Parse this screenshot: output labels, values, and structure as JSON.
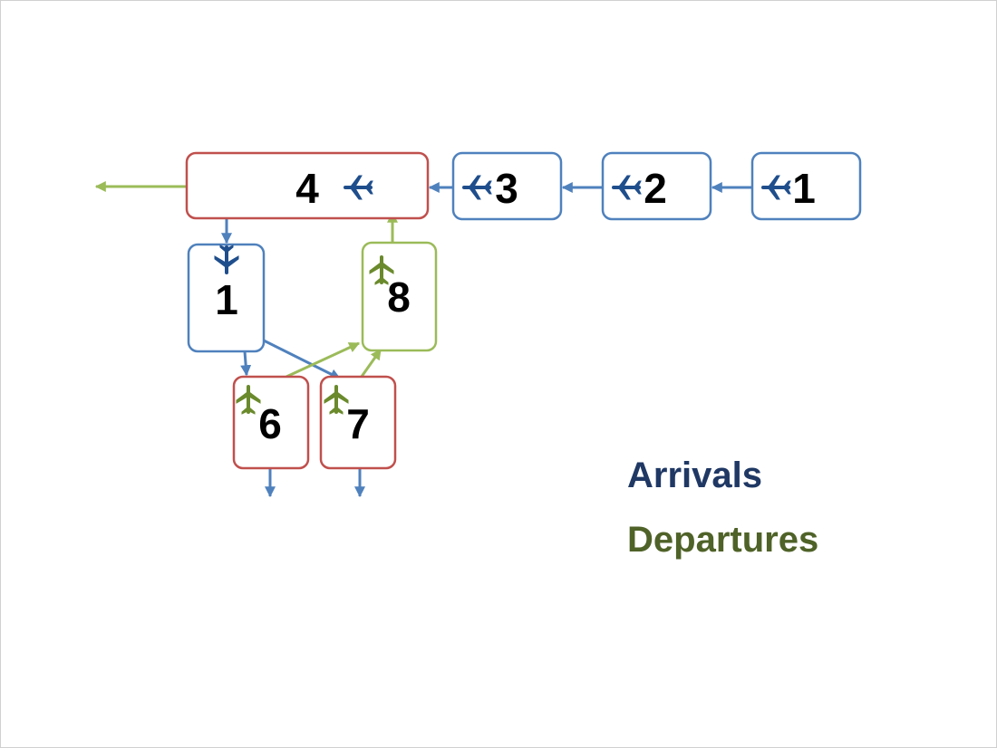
{
  "colors": {
    "arrival_blue": "#4f81bd",
    "arrival_dark": "#1f4e8c",
    "departure_green": "#9bbb59",
    "departure_dark": "#6a8a2c",
    "hold_red": "#c0504d",
    "legend_arrivals": "#1f3864",
    "legend_departures": "#4f6228"
  },
  "boxes": {
    "b4": {
      "label": "4",
      "kind": "hold"
    },
    "b3": {
      "label": "3",
      "kind": "arrival"
    },
    "b2": {
      "label": "2",
      "kind": "arrival"
    },
    "b1top": {
      "label": "1",
      "kind": "arrival"
    },
    "b1": {
      "label": "1",
      "kind": "arrival"
    },
    "b8": {
      "label": "8",
      "kind": "departure"
    },
    "b6": {
      "label": "6",
      "kind": "hold"
    },
    "b7": {
      "label": "7",
      "kind": "hold"
    }
  },
  "icons": {
    "arrival_plane": "airplane-icon",
    "departure_plane": "airplane-icon"
  },
  "legend": {
    "arrivals": "Arrivals",
    "departures": "Departures"
  }
}
